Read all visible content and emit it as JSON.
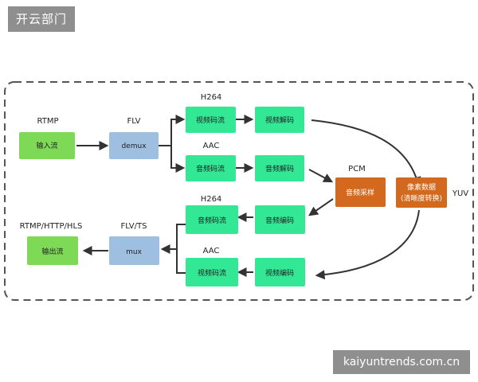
{
  "header_tag": "开云部门",
  "watermark": "kaiyuntrends.com.cn",
  "colors": {
    "green_dark": "#7ed957",
    "green_bright": "#33e895",
    "blue": "#9fbfe0",
    "orange": "#d2691e",
    "arrow": "#333333",
    "border": "#555555"
  },
  "nodes": {
    "input_stream": "输入流",
    "demux": "demux",
    "video_stream_in": "视频码流",
    "audio_stream_in": "音频码流",
    "video_decode": "视频解码",
    "audio_decode": "音频解码",
    "audio_sample": "音频采样",
    "pixel_data_1": "像素数据",
    "pixel_data_2": "(清晰度转换)",
    "audio_encode": "音频编码",
    "video_encode": "视频编码",
    "audio_stream_out": "音频码流",
    "video_stream_out": "视频码流",
    "mux": "mux",
    "output_stream": "输出流"
  },
  "labels": {
    "rtmp": "RTMP",
    "flv": "FLV",
    "h264_top": "H264",
    "aac_top": "AAC",
    "pcm": "PCM",
    "yuv": "YUV",
    "h264_bottom": "H264",
    "aac_bottom": "AAC",
    "flv_ts": "FLV/TS",
    "rtmp_http_hls": "RTMP/HTTP/HLS"
  }
}
